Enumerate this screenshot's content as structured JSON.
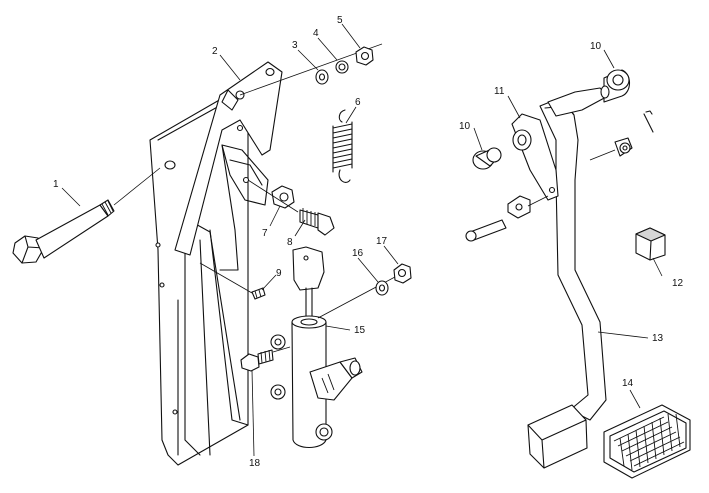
{
  "callouts": {
    "c1": "1",
    "c2": "2",
    "c3": "3",
    "c4": "4",
    "c5": "5",
    "c6": "6",
    "c7": "7",
    "c8": "8",
    "c9": "9",
    "c10a": "10",
    "c10b": "10",
    "c11": "11",
    "c12": "12",
    "c13": "13",
    "c14": "14",
    "c15": "15",
    "c16": "16",
    "c17": "17",
    "c18": "18"
  }
}
